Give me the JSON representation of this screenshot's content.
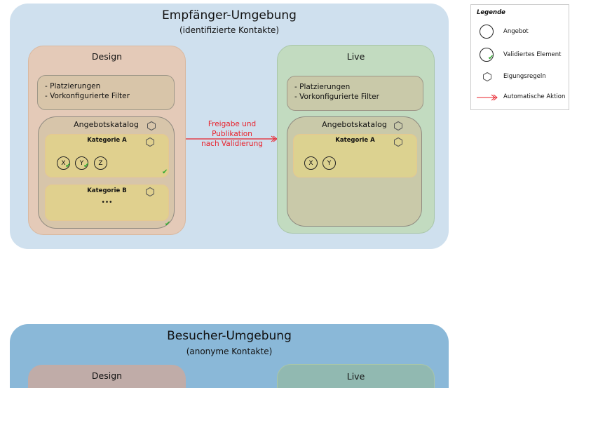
{
  "recipient_env": {
    "title": "Empfänger-Umgebung",
    "subtitle": "(identifizierte Kontakte)",
    "design": {
      "title": "Design",
      "placements": [
        "- Platzierungen",
        "- Vorkonfigurierte Filter"
      ],
      "catalog": "Angebotskatalog",
      "categories": [
        {
          "name": "Kategorie A",
          "offers": [
            "X",
            "Y",
            "Z"
          ],
          "validated": [
            "X",
            "Y"
          ]
        },
        {
          "name": "Kategorie B",
          "more": "•••"
        }
      ]
    },
    "arrow": {
      "lines": [
        "Freigabe und",
        "Publikation",
        "nach Validierung"
      ]
    },
    "live": {
      "title": "Live",
      "placements": [
        "- Platzierungen",
        "- Vorkonfigurierte Filter"
      ],
      "catalog": "Angebotskatalog",
      "categories": [
        {
          "name": "Kategorie A",
          "offers": [
            "X",
            "Y"
          ]
        }
      ]
    }
  },
  "visitor_env": {
    "title": "Besucher-Umgebung",
    "subtitle": "(anonyme Kontakte)",
    "design": {
      "title": "Design"
    },
    "live": {
      "title": "Live"
    }
  },
  "legend": {
    "title": "Legende",
    "items": [
      "Angebot",
      "Validiertes Element",
      "Eigungsregeln",
      "Automatische Aktion"
    ]
  },
  "colors": {
    "recipient_env": "#cfe0ee",
    "visitor_env": "#8ab8d8",
    "design": "#e4cab8",
    "live": "#c2dbc0",
    "category": "#e0d08e",
    "arrow": "#e8202a",
    "check": "#33aa33"
  }
}
